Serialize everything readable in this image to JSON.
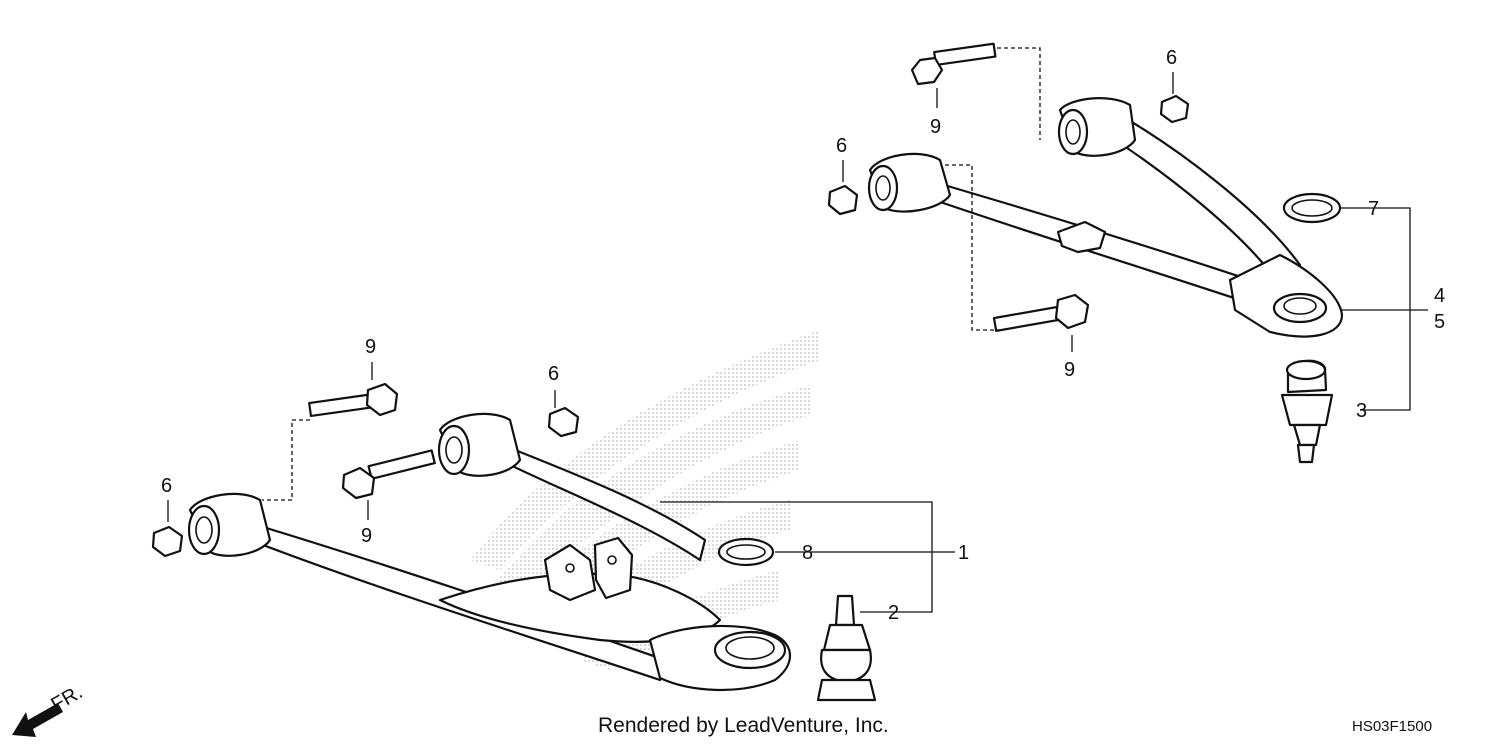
{
  "callouts": {
    "c1": "1",
    "c2": "2",
    "c3": "3",
    "c4": "4",
    "c5": "5",
    "c6a": "6",
    "c6b": "6",
    "c6c": "6",
    "c6d": "6",
    "c7": "7",
    "c8": "8",
    "c9a": "9",
    "c9b": "9",
    "c9c": "9",
    "c9d": "9"
  },
  "direction_label": "FR.",
  "credit": "Rendered by LeadVenture, Inc.",
  "diagram_code": "HS03F1500",
  "colors": {
    "ink": "#111111",
    "watermark": "#bdbdbd",
    "background": "#ffffff"
  },
  "icons": [
    "front-arrow-icon",
    "honda-wing-watermark-icon"
  ]
}
